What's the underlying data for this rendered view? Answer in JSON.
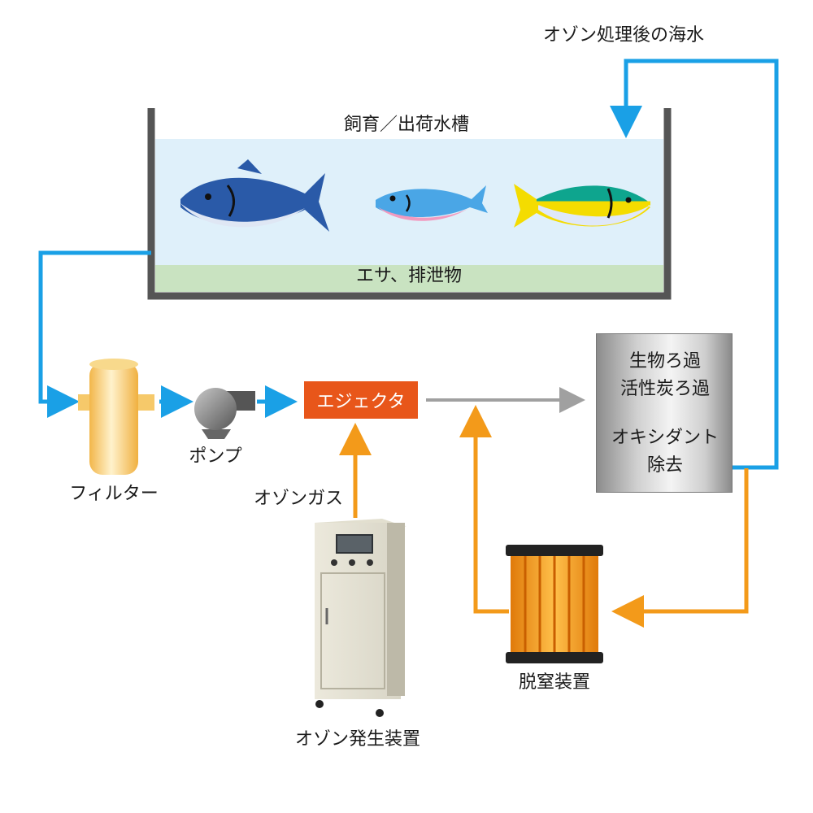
{
  "tank": {
    "label": "飼育／出荷水槽",
    "sediment_label": "エサ、排泄物"
  },
  "return_water_label": "オゾン処理後の海水",
  "filter_label": "フィルター",
  "pump_label": "ポンプ",
  "ejector_label": "エジェクタ",
  "ozone_gas_label": "オゾンガス",
  "ozone_generator_label": "オゾン発生装置",
  "bio_filter": {
    "line1": "生物ろ過",
    "line2": "活性炭ろ過",
    "line3": "オキシダント",
    "line4": "除去"
  },
  "deaerator_label": "脱窒装置",
  "colors": {
    "water_flow": "#1aa0e6",
    "treated_flow": "#f39a1a",
    "process_flow": "#a0a0a0",
    "ejector": "#e8561a",
    "tank_water": "#dff0fa",
    "sediment": "#c9e3c1"
  }
}
